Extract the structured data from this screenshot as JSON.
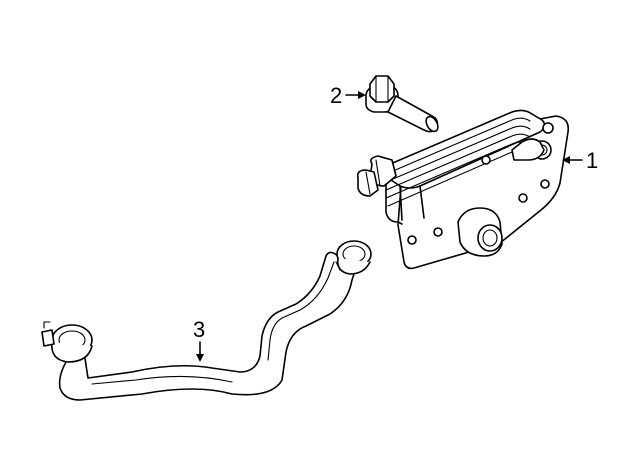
{
  "callouts": [
    {
      "id": "1",
      "label": "1",
      "part": "oil-cooler"
    },
    {
      "id": "2",
      "label": "2",
      "part": "bolt"
    },
    {
      "id": "3",
      "label": "3",
      "part": "hose"
    }
  ],
  "colors": {
    "line": "#000000",
    "background": "#ffffff"
  }
}
